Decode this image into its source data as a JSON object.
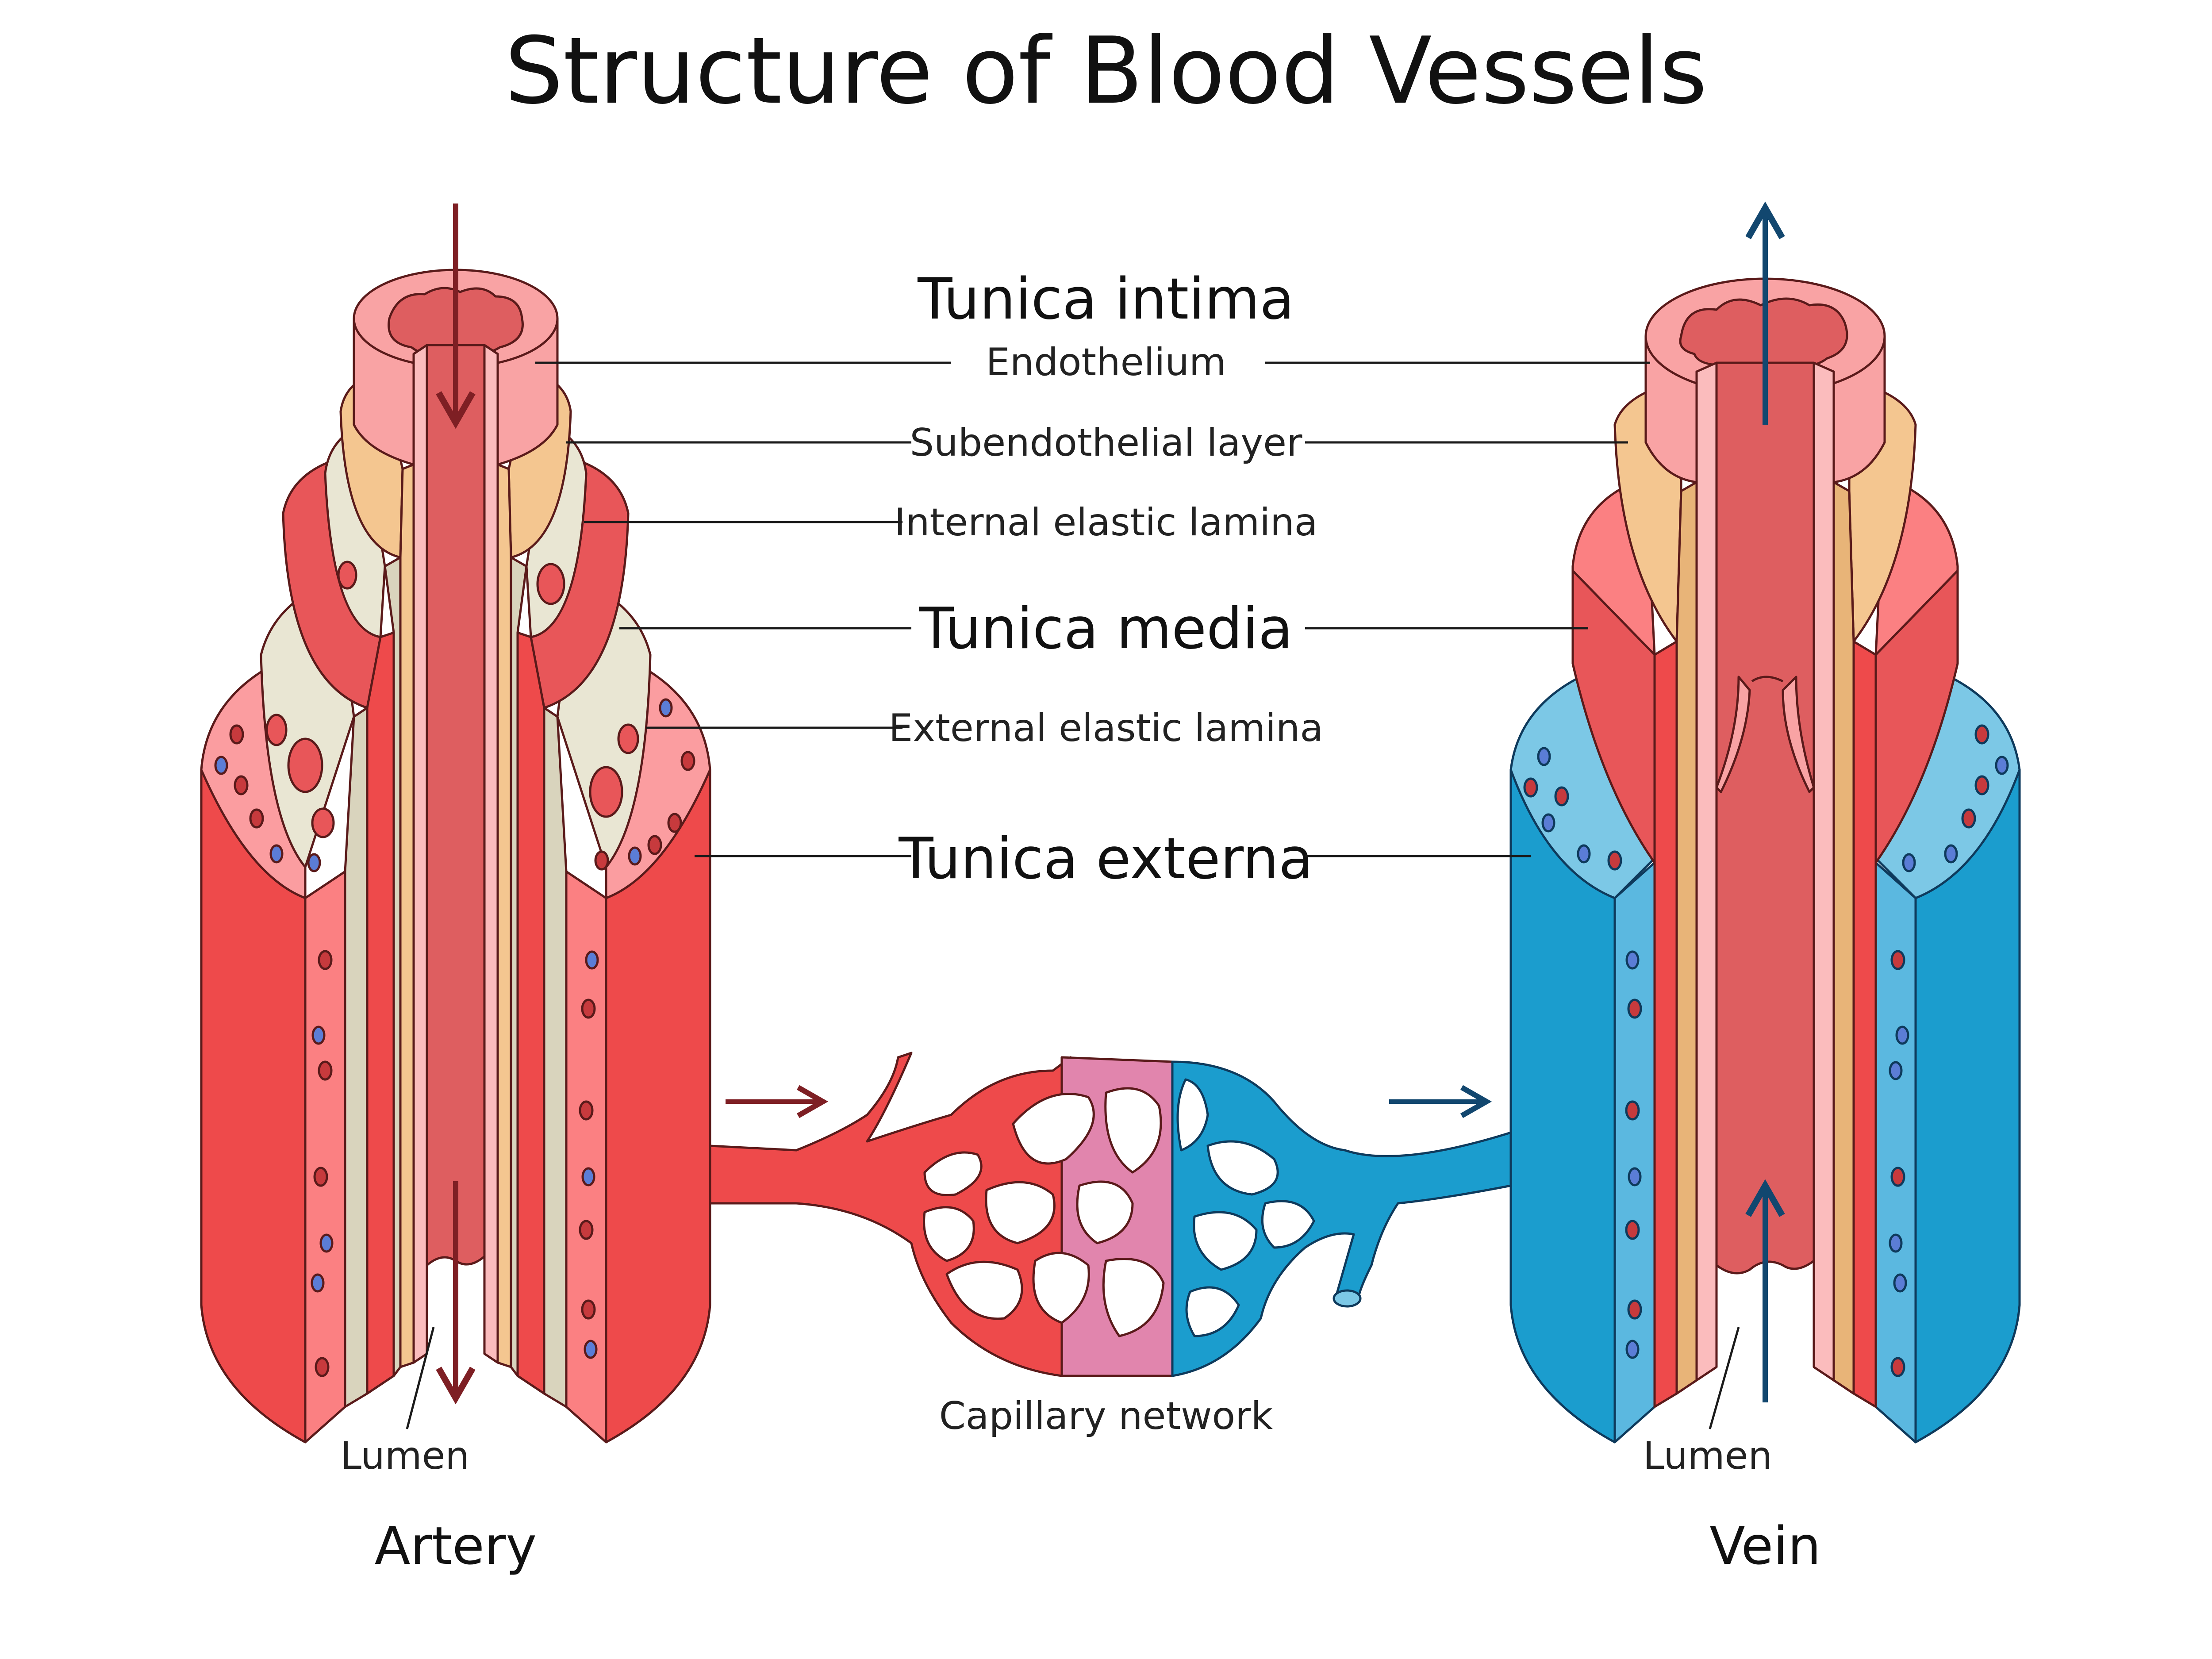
{
  "title": "Structure of Blood Vessels",
  "labels": {
    "tunica_intima": "Tunica intima",
    "endothelium": "Endothelium",
    "subendothelial_layer": "Subendothelial layer",
    "internal_elastic_lamina": "Internal elastic lamina",
    "tunica_media": "Tunica media",
    "external_elastic_lamina": "External elastic lamina",
    "tunica_externa": "Tunica externa",
    "capillary_network": "Capillary network",
    "artery_lumen": "Lumen",
    "vein_lumen": "Lumen"
  },
  "vessels": {
    "artery": "Artery",
    "vein": "Vein"
  },
  "colors": {
    "artery_red": "#ee4a4b",
    "artery_media": "#e85659",
    "lumen": "#de5e60",
    "intima_pink": "#f9a3a4",
    "subendothelial": "#f4c690",
    "elastic": "#e9e6d3",
    "vein_blue": "#1b9dce",
    "vein_light": "#7cc8e6",
    "capillary_mid": "#e185ad",
    "arrow_artery": "#7e1f24",
    "arrow_vein": "#12476f"
  }
}
